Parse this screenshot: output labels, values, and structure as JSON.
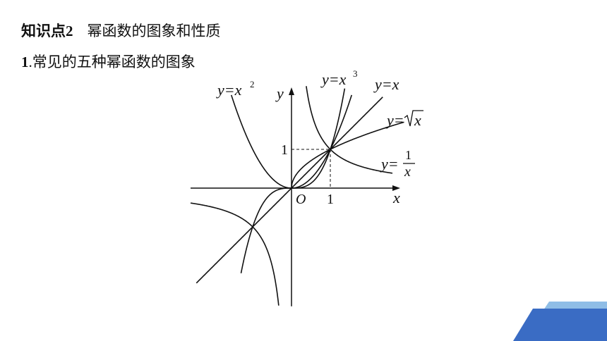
{
  "header": {
    "knowledge_point": "知识点2",
    "section_title": "幂函数的图象和性质"
  },
  "subheader": {
    "number": "1",
    "text": ".常见的五种幂函数的图象"
  },
  "colors": {
    "deco_light": "#8fbde6",
    "deco_dark": "#3a6cc4"
  },
  "chart_data": {
    "type": "line",
    "title": "",
    "xlabel": "x",
    "ylabel": "y",
    "origin_label": "O",
    "xlim": [
      -2.6,
      2.8
    ],
    "ylim": [
      -3.05,
      2.6
    ],
    "x_ticks": [
      {
        "value": 1,
        "label": "1"
      }
    ],
    "y_ticks": [
      {
        "value": 1,
        "label": "1"
      }
    ],
    "grid": false,
    "reference_point": [
      1,
      1
    ],
    "series": [
      {
        "name": "y=x²",
        "label_base": "y=x",
        "label_sup": "2",
        "exponent": 2,
        "domain": [
          -1.55,
          1.55
        ]
      },
      {
        "name": "y=x³",
        "label_base": "y=x",
        "label_sup": "3",
        "exponent": 3,
        "domain": [
          -1.3,
          1.37
        ]
      },
      {
        "name": "y=x",
        "label_base": "y=x",
        "label_sup": "",
        "exponent": 1,
        "domain": [
          -2.45,
          2.35
        ]
      },
      {
        "name": "y=√x",
        "label_base": "y=",
        "label_radicand": "x",
        "exponent": 0.5,
        "domain": [
          0,
          2.9
        ]
      },
      {
        "name": "y=1/x",
        "label_base": "y=",
        "label_num": "1",
        "label_den": "x",
        "exponent": -1,
        "domain_pos": [
          0.38,
          2.6
        ],
        "domain_neg": [
          -2.6,
          -0.33
        ]
      }
    ]
  }
}
